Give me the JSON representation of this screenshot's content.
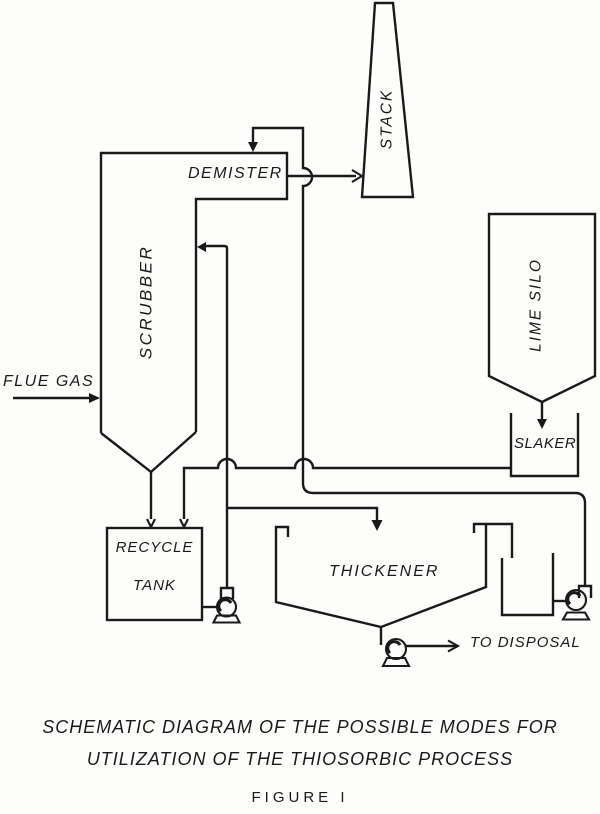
{
  "figure": {
    "equipment": {
      "scrubber": "SCRUBBER",
      "demister": "DEMISTER",
      "stack": "STACK",
      "lime_silo": "LIME SILO",
      "slaker": "SLAKER",
      "recycle_tank_line1": "RECYCLE",
      "recycle_tank_line2": "TANK",
      "thickener": "THICKENER"
    },
    "streams": {
      "flue_gas": "FLUE GAS",
      "to_disposal": "TO DISPOSAL"
    },
    "caption": {
      "title_line1": "SCHEMATIC DIAGRAM OF THE POSSIBLE MODES FOR",
      "title_line2": "UTILIZATION OF THE THIOSORBIC PROCESS",
      "figure_label": "FIGURE I"
    },
    "colors": {
      "ink": "#1a1a1a",
      "paper": "#fdfdfb"
    }
  }
}
